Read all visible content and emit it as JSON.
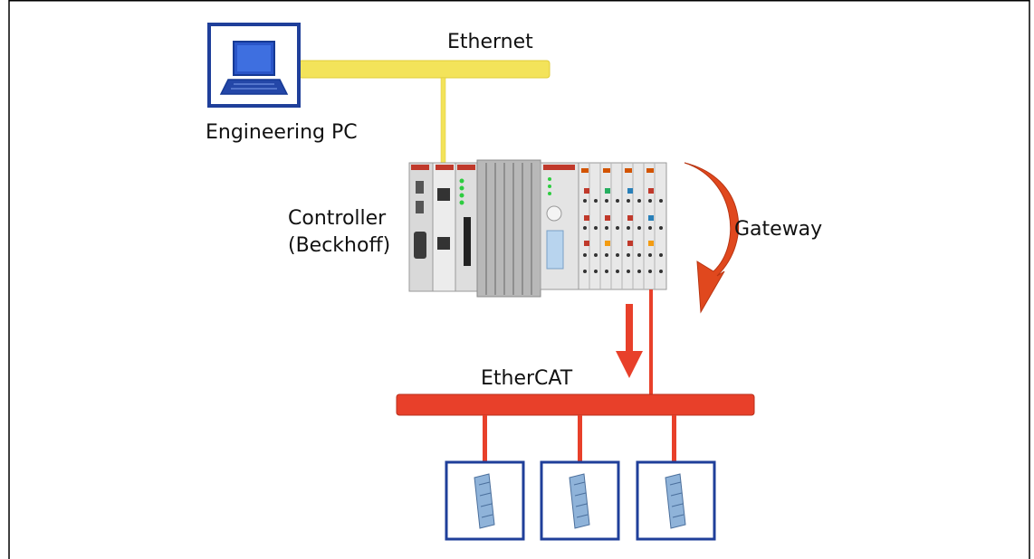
{
  "labels": {
    "ethernet": "Ethernet",
    "engineering_pc": "Engineering PC",
    "controller_line1": "Controller",
    "controller_line2": "(Beckhoff)",
    "gateway": "Gateway",
    "ethercat": "EtherCAT"
  },
  "colors": {
    "ethernet_bus": "#f3e35a",
    "ethercat_bus": "#e8402a",
    "device_frame": "#1f3f9a",
    "gateway_arrow": "#e0481e"
  },
  "icons": {
    "pc": "laptop-icon",
    "controller": "plc-controller-icon",
    "device": "io-device-icon",
    "gateway": "curved-arrow-icon",
    "down": "down-arrow-icon"
  },
  "devices": [
    "device-1",
    "device-2",
    "device-3"
  ]
}
